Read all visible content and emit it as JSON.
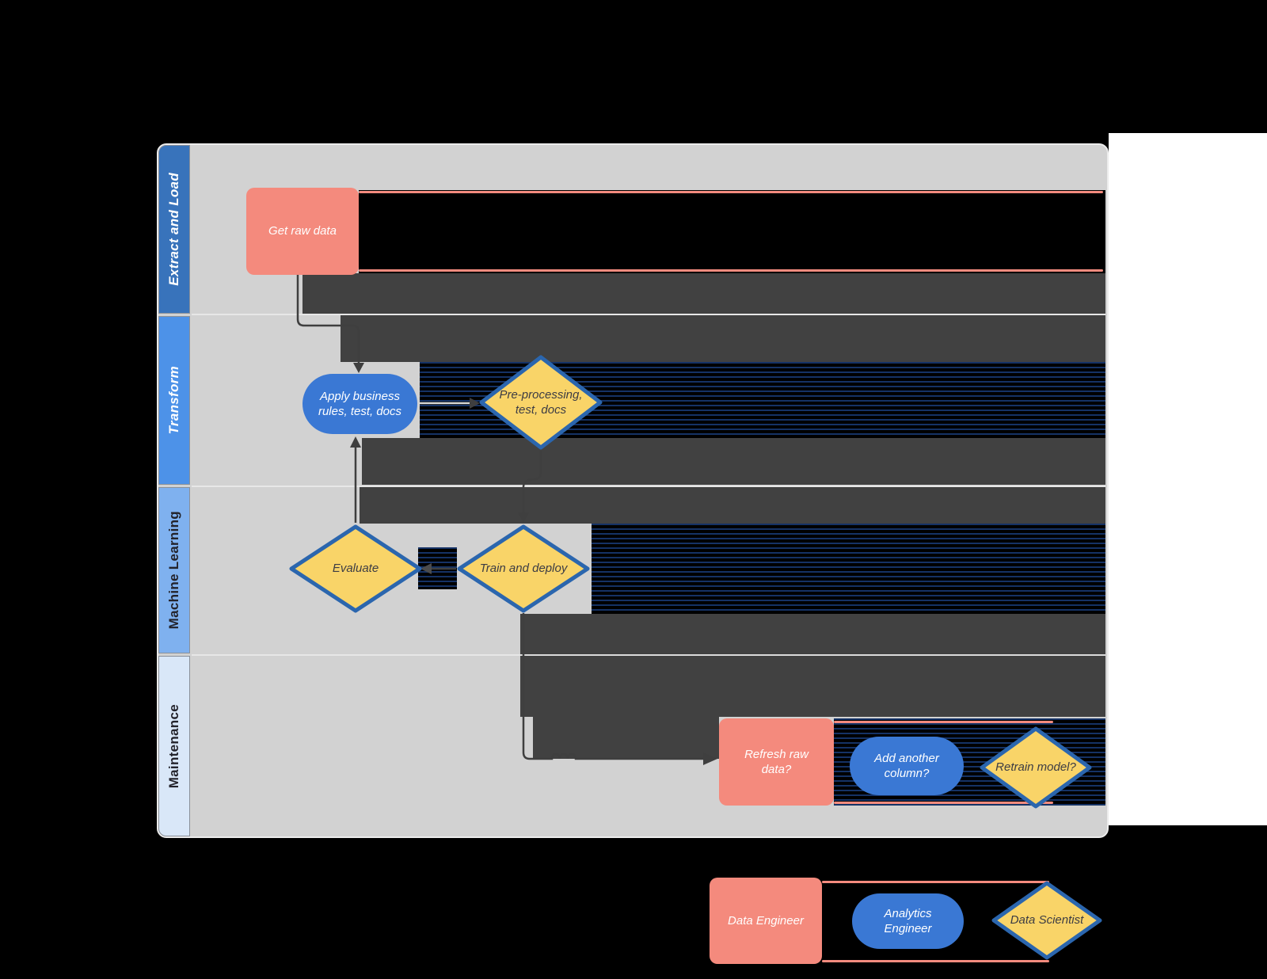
{
  "canvas": {
    "background": "#000000",
    "right_margin_color": "#ffffff"
  },
  "panel": {
    "background": "#d2d2d2",
    "shadow_block_color": "#414141",
    "divider_color": "#e8e8e8"
  },
  "lanes": [
    {
      "label": "Extract and Load",
      "bg": "#3873bb",
      "text_color": "#ffffff"
    },
    {
      "label": "Transform",
      "bg": "#4d92e8",
      "text_color": "#ffffff"
    },
    {
      "label": "Machine Learning",
      "bg": "#7fb1ef",
      "text_color": "#23232b"
    },
    {
      "label": "Maintenance",
      "bg": "#d9e7f8",
      "text_color": "#23232b"
    }
  ],
  "nodes": {
    "get_raw_data": {
      "label": "Get raw data",
      "shape": "rectangle",
      "color": "#f48a7d",
      "lane": "Extract and Load"
    },
    "apply_business_rules": {
      "label": "Apply business rules, test, docs",
      "shape": "stadium",
      "color": "#3a78d4",
      "lane": "Transform"
    },
    "preprocessing": {
      "label": "Pre-processing, test, docs",
      "shape": "diamond",
      "color": "#f9d468",
      "lane": "Transform"
    },
    "evaluate": {
      "label": "Evaluate",
      "shape": "diamond",
      "color": "#f9d468",
      "lane": "Machine Learning"
    },
    "train_and_deploy": {
      "label": "Train and deploy",
      "shape": "diamond",
      "color": "#f9d468",
      "lane": "Machine Learning"
    },
    "refresh_raw_data": {
      "label": "Refresh raw data?",
      "shape": "rectangle",
      "color": "#f48a7d",
      "lane": "Maintenance"
    },
    "add_another_column": {
      "label": "Add another column?",
      "shape": "stadium",
      "color": "#3a78d4",
      "lane": "Maintenance"
    },
    "retrain_model": {
      "label": "Retrain model?",
      "shape": "diamond",
      "color": "#f9d468",
      "lane": "Maintenance"
    }
  },
  "legend": {
    "data_engineer": {
      "label": "Data Engineer",
      "shape": "rectangle",
      "color": "#f48a7d"
    },
    "analytics_engineer": {
      "label": "Analytics Engineer",
      "shape": "stadium",
      "color": "#3a78d4"
    },
    "data_scientist": {
      "label": "Data Scientist",
      "shape": "diamond",
      "color": "#f9d468"
    }
  },
  "connections": [
    {
      "from": "Get raw data",
      "to": "Apply business rules, test, docs"
    },
    {
      "from": "Apply business rules, test, docs",
      "to": "Pre-processing, test, docs"
    },
    {
      "from": "Pre-processing, test, docs",
      "to": "Train and deploy"
    },
    {
      "from": "Train and deploy",
      "to": "Evaluate"
    },
    {
      "from": "Evaluate",
      "to": "Apply business rules, test, docs"
    },
    {
      "from": "Train and deploy",
      "to": "Refresh raw data?"
    }
  ]
}
